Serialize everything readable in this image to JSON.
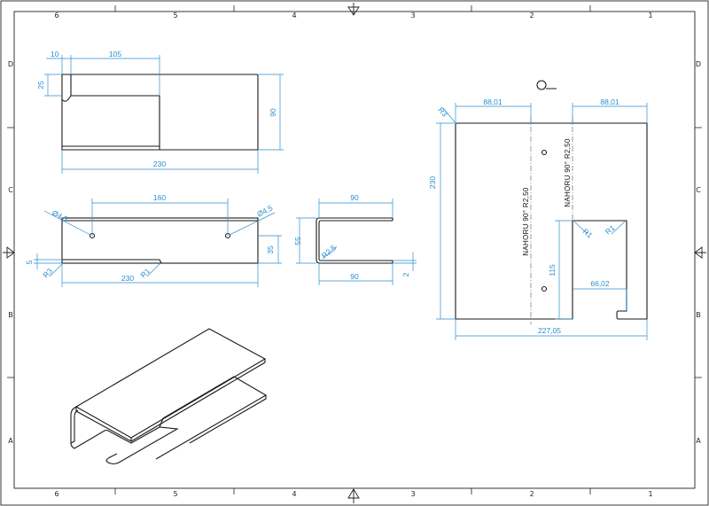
{
  "border": {
    "columns_top": [
      "6",
      "5",
      "4",
      "3",
      "2",
      "1"
    ],
    "columns_bottom": [
      "6",
      "5",
      "4",
      "3",
      "2",
      "1"
    ],
    "rows_left": [
      "D",
      "C",
      "B",
      "A"
    ],
    "rows_right": [
      "D",
      "C",
      "B",
      "A"
    ]
  },
  "top_view": {
    "d_notch_w": "10",
    "d_slot": "105",
    "d_notch_h": "25",
    "d_height": "90",
    "d_length": "230"
  },
  "front_view": {
    "d_hole_spacing": "160",
    "d_hole_left": "Ø4,5",
    "d_hole_right": "Ø4,5",
    "d_height": "35",
    "d_gap": "5",
    "d_r3": "R3",
    "d_r1": "R1",
    "d_length": "230"
  },
  "side_view": {
    "d_top": "90",
    "d_height": "55",
    "d_radius": "R2,5",
    "d_bottom": "90",
    "d_thickness": "2"
  },
  "flat_pattern": {
    "d_left": "88,01",
    "d_right": "88,01",
    "d_corner": "R3",
    "d_height": "230",
    "bend_1": "NAHORU 90° R2,50",
    "bend_2": "NAHORU 90° R2,50",
    "d_r1_left": "R1",
    "d_r1_right": "R1",
    "d_115": "115",
    "d_66": "66,02",
    "d_width": "227,05"
  },
  "colors": {
    "dimension": "#2b8fcf",
    "outline": "#1a1a1a",
    "frame": "#222222"
  }
}
